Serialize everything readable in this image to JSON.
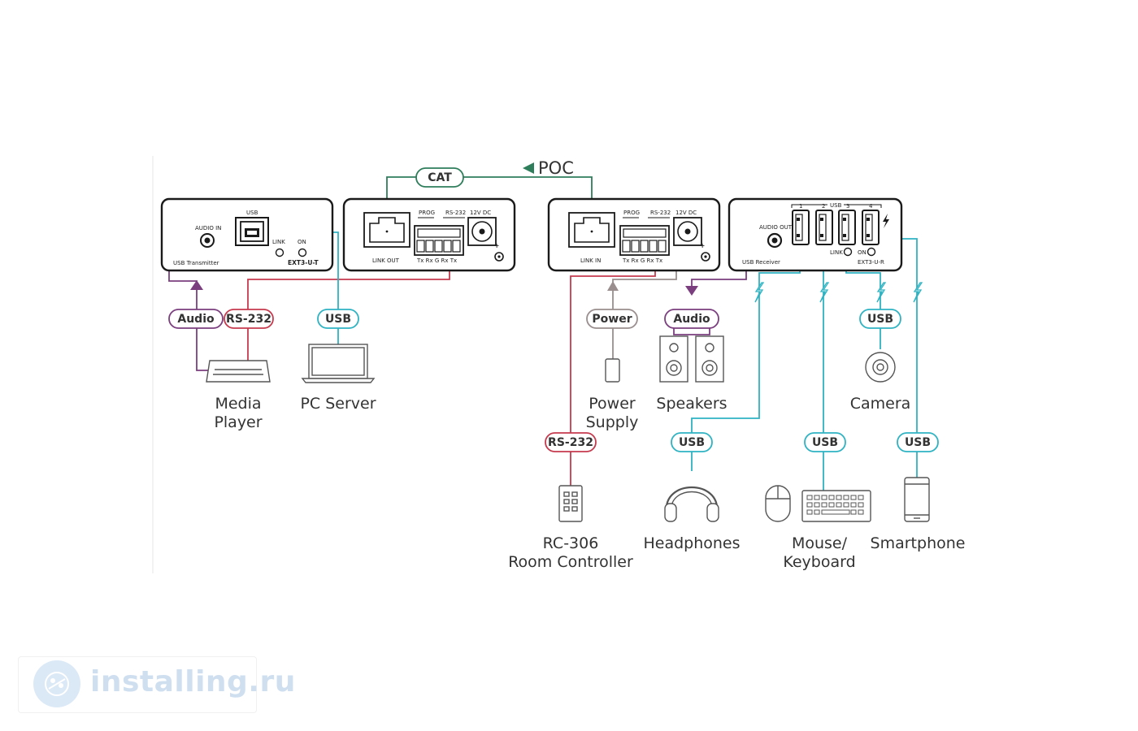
{
  "colors": {
    "cat": "#2e7d5b",
    "audio": "#7b3f7f",
    "rs232": "#c63a4e",
    "usb": "#2fb3c2",
    "power": "#9a8e8e",
    "device_border": "#1a1a1a"
  },
  "poc_label": "POC",
  "pills": {
    "cat": "CAT",
    "audio_left": "Audio",
    "rs232_left": "RS-232",
    "usb_left": "USB",
    "power": "Power",
    "audio_right": "Audio",
    "usb_camera": "USB",
    "rs232_right": "RS-232",
    "usb_headphones": "USB",
    "usb_mouse": "USB",
    "usb_phone": "USB"
  },
  "transmitter": {
    "audio_in": "AUDIO IN",
    "usb": "USB",
    "link": "LINK",
    "on": "ON",
    "name": "USB Transmitter",
    "model": "EXT3-U-T"
  },
  "tx_back": {
    "prog": "PROG",
    "rs232": "RS-232",
    "dc": "12V DC",
    "port": "LINK OUT",
    "pins": "Tx  Rx  G  Rx  Tx"
  },
  "rx_back": {
    "prog": "PROG",
    "rs232": "RS-232",
    "dc": "12V DC",
    "port": "LINK IN",
    "pins": "Tx  Rx  G  Rx  Tx"
  },
  "receiver": {
    "audio_out": "AUDIO OUT",
    "usb_label": "USB",
    "port_numbers": [
      "1",
      "2",
      "3",
      "4"
    ],
    "link": "LINK",
    "on": "ON",
    "name": "USB Receiver",
    "model": "EXT3-U-R"
  },
  "labels": {
    "media_player": [
      "Media",
      "Player"
    ],
    "pc_server": "PC Server",
    "power_supply": [
      "Power",
      "Supply"
    ],
    "speakers": "Speakers",
    "camera": "Camera",
    "controller": [
      "RC-306",
      "Room Controller"
    ],
    "headphones": "Headphones",
    "mouse_keyboard": [
      "Mouse/",
      "Keyboard"
    ],
    "smartphone": "Smartphone"
  },
  "icons": [
    "usb-b-port-icon",
    "rj45-port-icon",
    "terminal-block-icon",
    "dc-jack-icon",
    "usb-a-port-icon",
    "lightning-icon",
    "media-player-icon",
    "laptop-icon",
    "power-supply-icon",
    "speakers-icon",
    "camera-icon",
    "remote-icon",
    "headphones-icon",
    "mouse-icon",
    "keyboard-icon",
    "smartphone-icon"
  ],
  "watermark": "installing.ru"
}
